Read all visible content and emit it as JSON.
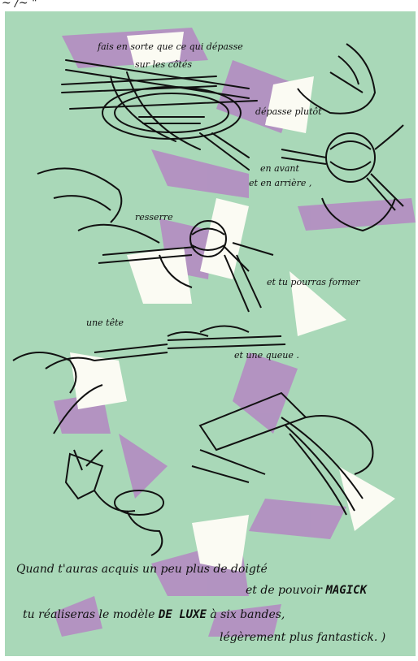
{
  "top_fragment": "~ /~ \"",
  "captions": {
    "c1_line1": "fais en sorte  que ce qui dépasse",
    "c1_line2": "sur les côtés",
    "c1_line3": "dépasse plutôt",
    "c2_line1": "en avant",
    "c2_line2": "et en arrière ,",
    "c3": "resserre",
    "c4": "et tu pourras former",
    "c5": "une tête",
    "c6": "et une queue .",
    "c7_line1_a": "Quand t'auras acquis un peu plus de doigté",
    "c7_line2_a": "et de pouvoir",
    "c7_line2_brand": "MAGICK",
    "c7_line3_a": "tu réaliseras le modèle",
    "c7_line3_brand": "DE LUXE",
    "c7_line3_b": "à six bandes,",
    "c7_line4": "légèrement plus fantastick. )"
  },
  "colors": {
    "background": "#a9d8b8",
    "purple_tape": "#b48cc2",
    "white_tape": "#fbfbf3",
    "ink": "#111111"
  },
  "icons": [
    "hands-icon",
    "weaving-strips-icon",
    "knot-head-icon",
    "finished-figure-icon"
  ]
}
